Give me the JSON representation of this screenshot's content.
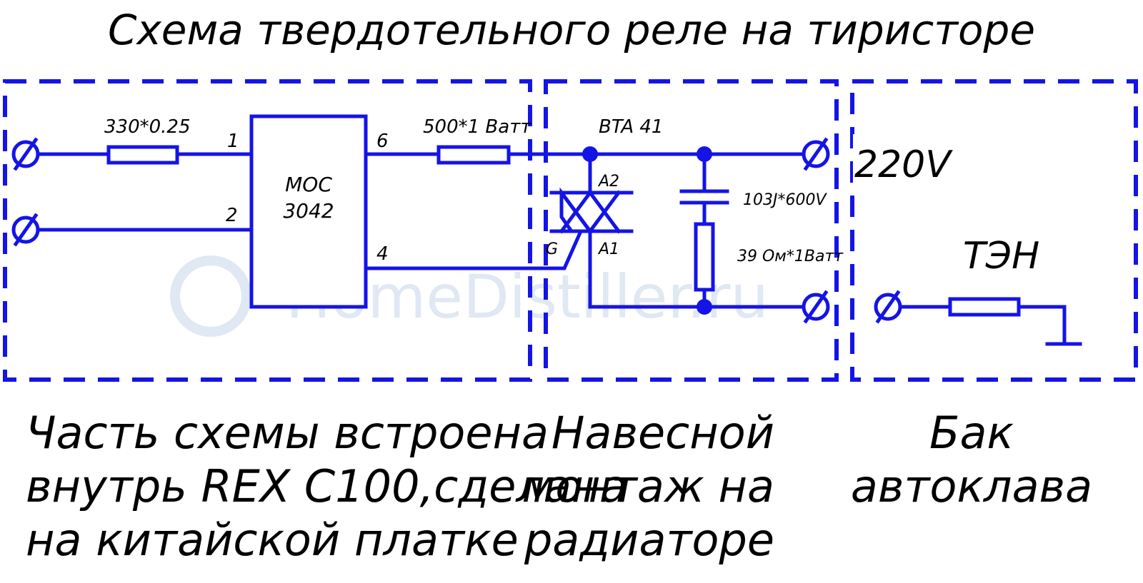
{
  "title": "Схема твердотельного реле на тиристоре",
  "watermark": "HomeDistiller.ru",
  "components": {
    "r_input": "330*0.25",
    "optocoupler": [
      "MOC",
      "3042"
    ],
    "opto_pins": {
      "p1": "1",
      "p2": "2",
      "p6": "6",
      "p4": "4"
    },
    "r_gate": "500*1 Ватт",
    "triac": "BTA 41",
    "triac_pins": {
      "a2": "A2",
      "a1": "A1",
      "g": "G"
    },
    "capacitor": "103J*600V",
    "r_snubber": "39 Ом*1Ватт",
    "voltage": "220V",
    "heater": "ТЭН"
  },
  "captions": {
    "left": [
      "Часть схемы встроена",
      "внутрь REX C100,сделана",
      "на китайской платке"
    ],
    "middle": [
      "Навесной",
      "монтаж на",
      "радиаторе"
    ],
    "right": [
      "Бак",
      "автоклава"
    ]
  },
  "colors": {
    "wire": "#1414e6",
    "text": "#000000",
    "watermark": "#dfe8f3"
  }
}
